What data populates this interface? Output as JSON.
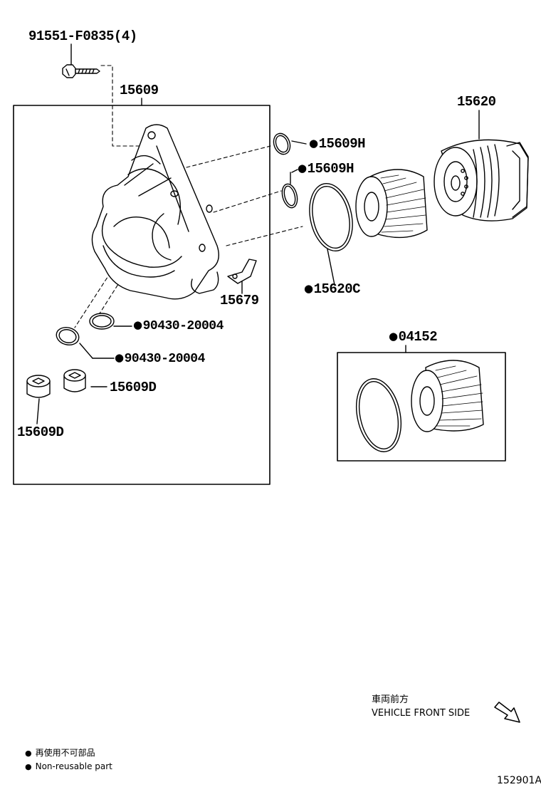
{
  "labels": {
    "bolt": "91551-F0835(4)",
    "housing": "15609",
    "cap": "15620",
    "oring_upper": "15609H",
    "oring_lower": "15609H",
    "gasket": "15620C",
    "bracket": "15679",
    "oring_a": "90430-20004",
    "oring_b": "90430-20004",
    "plug_right": "15609D",
    "plug_left": "15609D",
    "element_kit": "04152"
  },
  "legend": {
    "bullet": "●",
    "jp": "再使用不可部品",
    "en": "Non-reusable part"
  },
  "front": {
    "jp": "車両前方",
    "en": "VEHICLE FRONT SIDE"
  },
  "figure_id": "152901A",
  "icons": [
    "arrow-icon",
    "bolt-icon",
    "oil-filter-housing-icon",
    "filter-element-icon",
    "filter-cap-icon",
    "o-ring-icon",
    "drain-plug-icon",
    "bracket-icon"
  ]
}
